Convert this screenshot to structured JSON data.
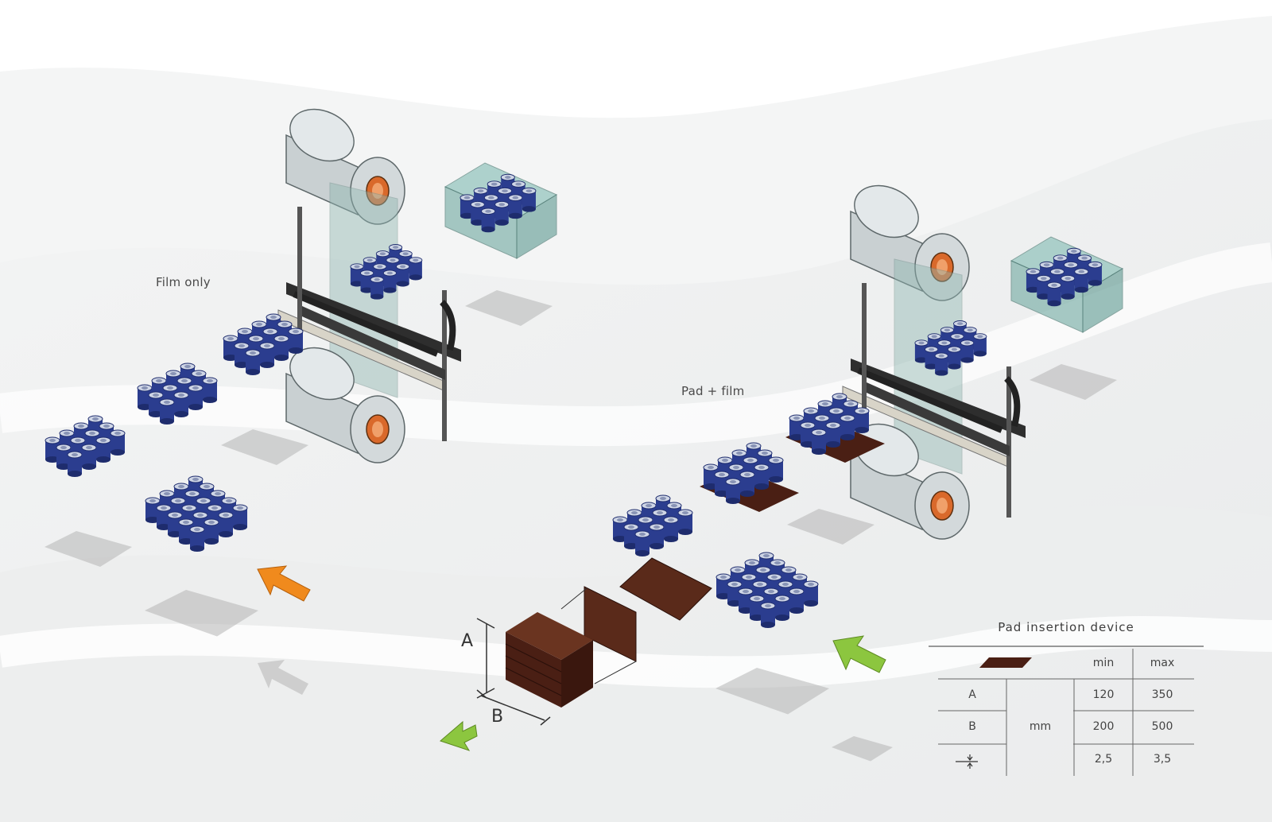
{
  "labels": {
    "film_only": "Film only",
    "pad_film": "Pad + film"
  },
  "dimensions": {
    "a": "A",
    "b": "B"
  },
  "pad_table": {
    "title": "Pad insertion device",
    "col_min": "min",
    "col_max": "max",
    "unit": "mm",
    "rows": [
      {
        "label": "A",
        "min": "120",
        "max": "350"
      },
      {
        "label": "B",
        "min": "200",
        "max": "500"
      },
      {
        "label": "thickness",
        "min": "2,5",
        "max": "3,5"
      }
    ]
  },
  "colors": {
    "can_blue": "#2b3d8f",
    "film_roll": "#c9d0d2",
    "roll_core": "#d9692b",
    "pad_brown": "#4a1f14",
    "arrow_orange": "#f08a1d",
    "arrow_green": "#8cc63f",
    "shadow": "#b5b5b5",
    "film_tint": "#5fa39a"
  },
  "icons": [
    "pad-icon",
    "thickness-icon",
    "flow-arrow-icon"
  ]
}
